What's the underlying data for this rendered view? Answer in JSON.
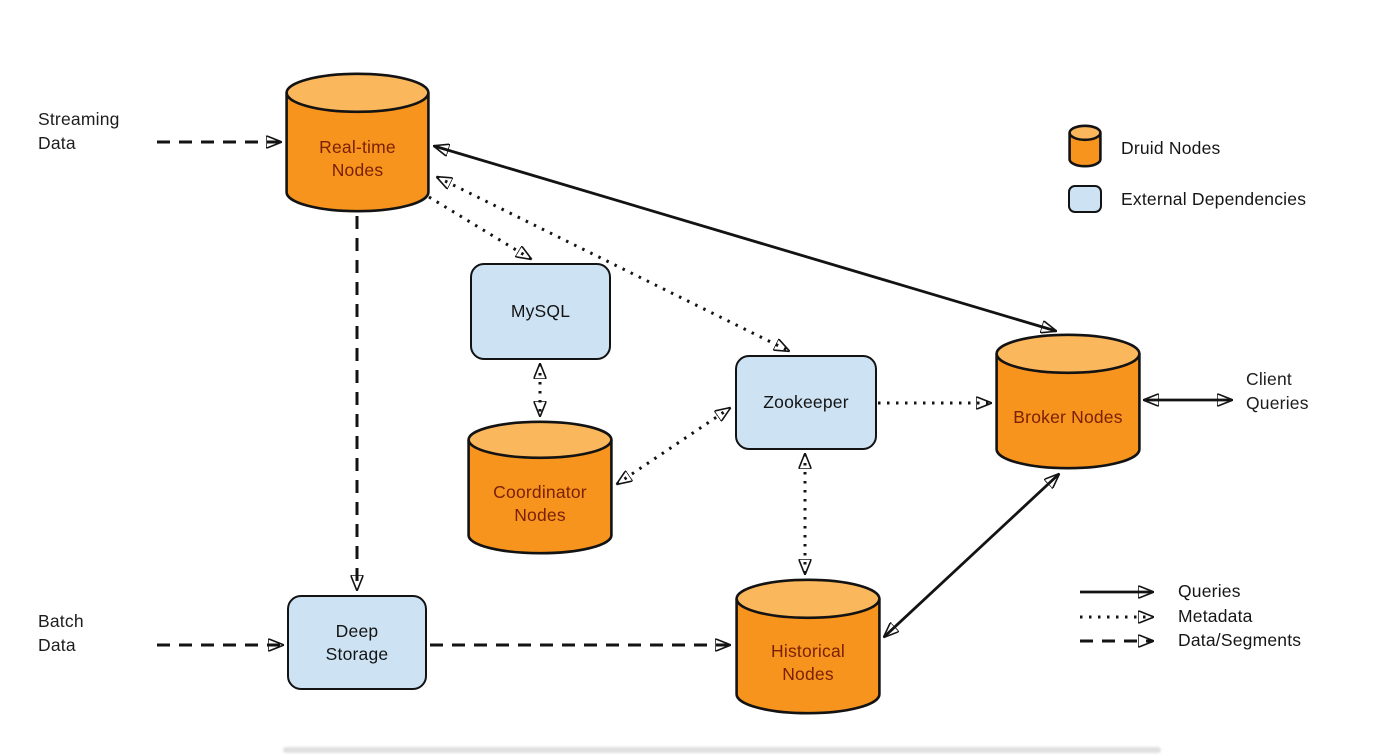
{
  "colors": {
    "druid_orange_body": "#F7941E",
    "druid_orange_top": "#FBB75C",
    "external_blue": "#CDE3F4",
    "stroke": "#131313",
    "druid_label_text": "#7A2004"
  },
  "nodes": {
    "realtime": {
      "label": [
        "Real-time",
        "Nodes"
      ],
      "type": "druid-node"
    },
    "mysql": {
      "label": [
        "MySQL"
      ],
      "type": "external-dependency"
    },
    "coordinator": {
      "label": [
        "Coordinator",
        "Nodes"
      ],
      "type": "druid-node"
    },
    "zookeeper": {
      "label": [
        "Zookeeper"
      ],
      "type": "external-dependency"
    },
    "broker": {
      "label": [
        "Broker Nodes"
      ],
      "type": "druid-node"
    },
    "historical": {
      "label": [
        "Historical",
        "Nodes"
      ],
      "type": "druid-node"
    },
    "deep_storage": {
      "label": [
        "Deep",
        "Storage"
      ],
      "type": "external-dependency"
    }
  },
  "external_labels": {
    "streaming": [
      "Streaming",
      "Data"
    ],
    "batch": [
      "Batch",
      "Data"
    ],
    "client": [
      "Client",
      "Queries"
    ]
  },
  "legend": {
    "node_types": [
      {
        "label": "Druid Nodes",
        "swatch": "cylinder-icon"
      },
      {
        "label": "External Dependencies",
        "swatch": "rect-icon"
      }
    ],
    "arrow_types": [
      {
        "label": "Queries",
        "style": "solid"
      },
      {
        "label": "Metadata",
        "style": "dotted"
      },
      {
        "label": "Data/Segments",
        "style": "dashed"
      }
    ]
  }
}
